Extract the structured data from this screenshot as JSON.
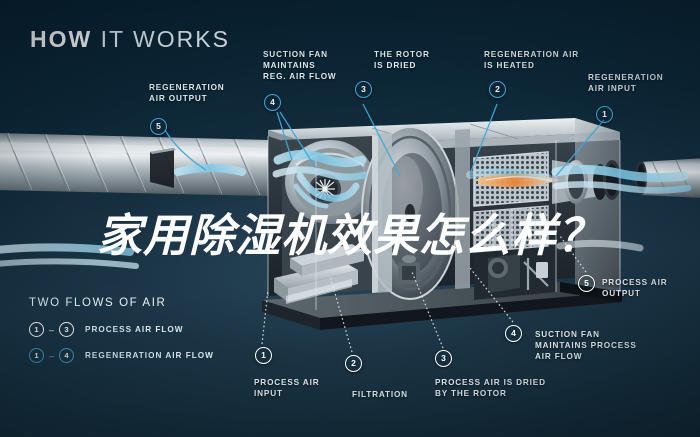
{
  "header": {
    "title_bold": "HOW",
    "title_rest": " IT WORKS"
  },
  "overlay": {
    "headline": "家用除湿机效果怎么样？"
  },
  "legend": {
    "title": "TWO FLOWS OF AIR",
    "rows": [
      {
        "from": "1",
        "to": "3",
        "dash": "–",
        "label": "PROCESS AIR FLOW",
        "style": "white"
      },
      {
        "from": "1",
        "to": "4",
        "dash": "–",
        "label": "REGENERATION AIR FLOW",
        "style": "blue"
      }
    ]
  },
  "callouts": [
    {
      "num": "5",
      "style": "blue",
      "label": "REGENERATION\nAIR OUTPUT",
      "line1": "REGENERATION",
      "line2": "AIR OUTPUT",
      "line3": ""
    },
    {
      "num": "4",
      "style": "blue",
      "label": "SUCTION FAN MAINTAINS REG. AIR FLOW",
      "line1": "SUCTION FAN",
      "line2": "MAINTAINS",
      "line3": "REG. AIR FLOW"
    },
    {
      "num": "3",
      "style": "blue",
      "label": "THE ROTOR IS DRIED",
      "line1": "THE ROTOR",
      "line2": "IS DRIED",
      "line3": ""
    },
    {
      "num": "2",
      "style": "blue",
      "label": "REGENERATION AIR IS HEATED",
      "line1": "REGENERATION AIR",
      "line2": "IS HEATED",
      "line3": ""
    },
    {
      "num": "1",
      "style": "blue",
      "label": "REGENERATION AIR INPUT",
      "line1": "REGENERATION",
      "line2": "AIR INPUT",
      "line3": ""
    },
    {
      "num": "5",
      "style": "white",
      "label": "PROCESS AIR OUTPUT",
      "line1": "PROCESS AIR",
      "line2": "OUTPUT",
      "line3": ""
    },
    {
      "num": "4",
      "style": "white",
      "label": "SUCTION FAN MAINTAINS PROCESS AIR FLOW",
      "line1": "SUCTION FAN",
      "line2": "MAINTAINS PROCESS",
      "line3": "AIR FLOW"
    },
    {
      "num": "3",
      "style": "white",
      "label": "PROCESS AIR IS DRIED BY THE ROTOR",
      "line1": "PROCESS AIR IS DRIED",
      "line2": "BY THE ROTOR",
      "line3": ""
    },
    {
      "num": "2",
      "style": "white",
      "label": "FILTRATION",
      "line1": "FILTRATION",
      "line2": "",
      "line3": ""
    },
    {
      "num": "1",
      "style": "white",
      "label": "PROCESS AIR INPUT",
      "line1": "PROCESS AIR",
      "line2": "INPUT",
      "line3": ""
    }
  ],
  "colors": {
    "background_top": "#08202f",
    "background_mid": "#1b3648",
    "accent_blue": "#3ea8d8",
    "airflow_cyan": "#7fd0ee",
    "heated_orange": "#e8863a",
    "text_white": "#dde8ee",
    "headline_outline": "#1a58c0"
  }
}
